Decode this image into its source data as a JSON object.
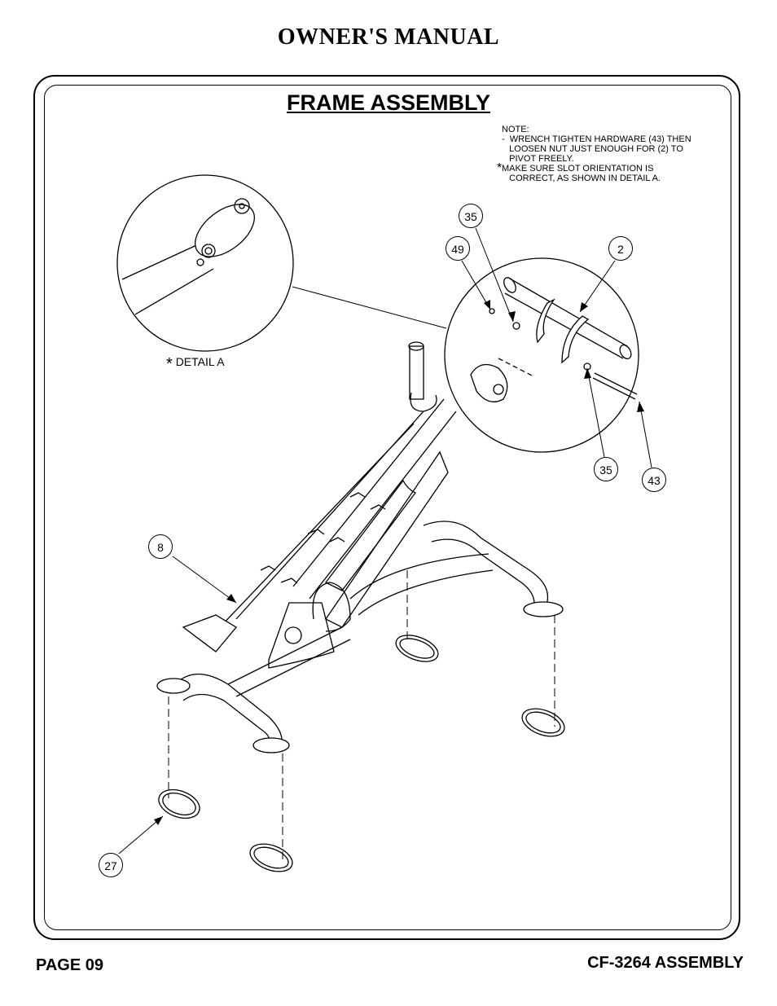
{
  "header": {
    "title": "OWNER'S MANUAL"
  },
  "section": {
    "title": "FRAME ASSEMBLY"
  },
  "note": {
    "heading": "NOTE:",
    "line1": "-  WRENCH TIGHTEN HARDWARE (43) THEN",
    "line2": "   LOOSEN NUT JUST ENOUGH FOR (2) TO",
    "line3": "   PIVOT FREELY.",
    "star": "*",
    "line4": "MAKE SURE SLOT ORIENTATION IS",
    "line5": "   CORRECT, AS SHOWN IN DETAIL A."
  },
  "detail": {
    "star": "*",
    "label": "DETAIL A"
  },
  "callouts": {
    "c35_top": "35",
    "c49": "49",
    "c2": "2",
    "c35_bottom": "35",
    "c43": "43",
    "c8": "8",
    "c27": "27"
  },
  "footer": {
    "page": "PAGE 09",
    "model": "CF-3264 ASSEMBLY"
  }
}
